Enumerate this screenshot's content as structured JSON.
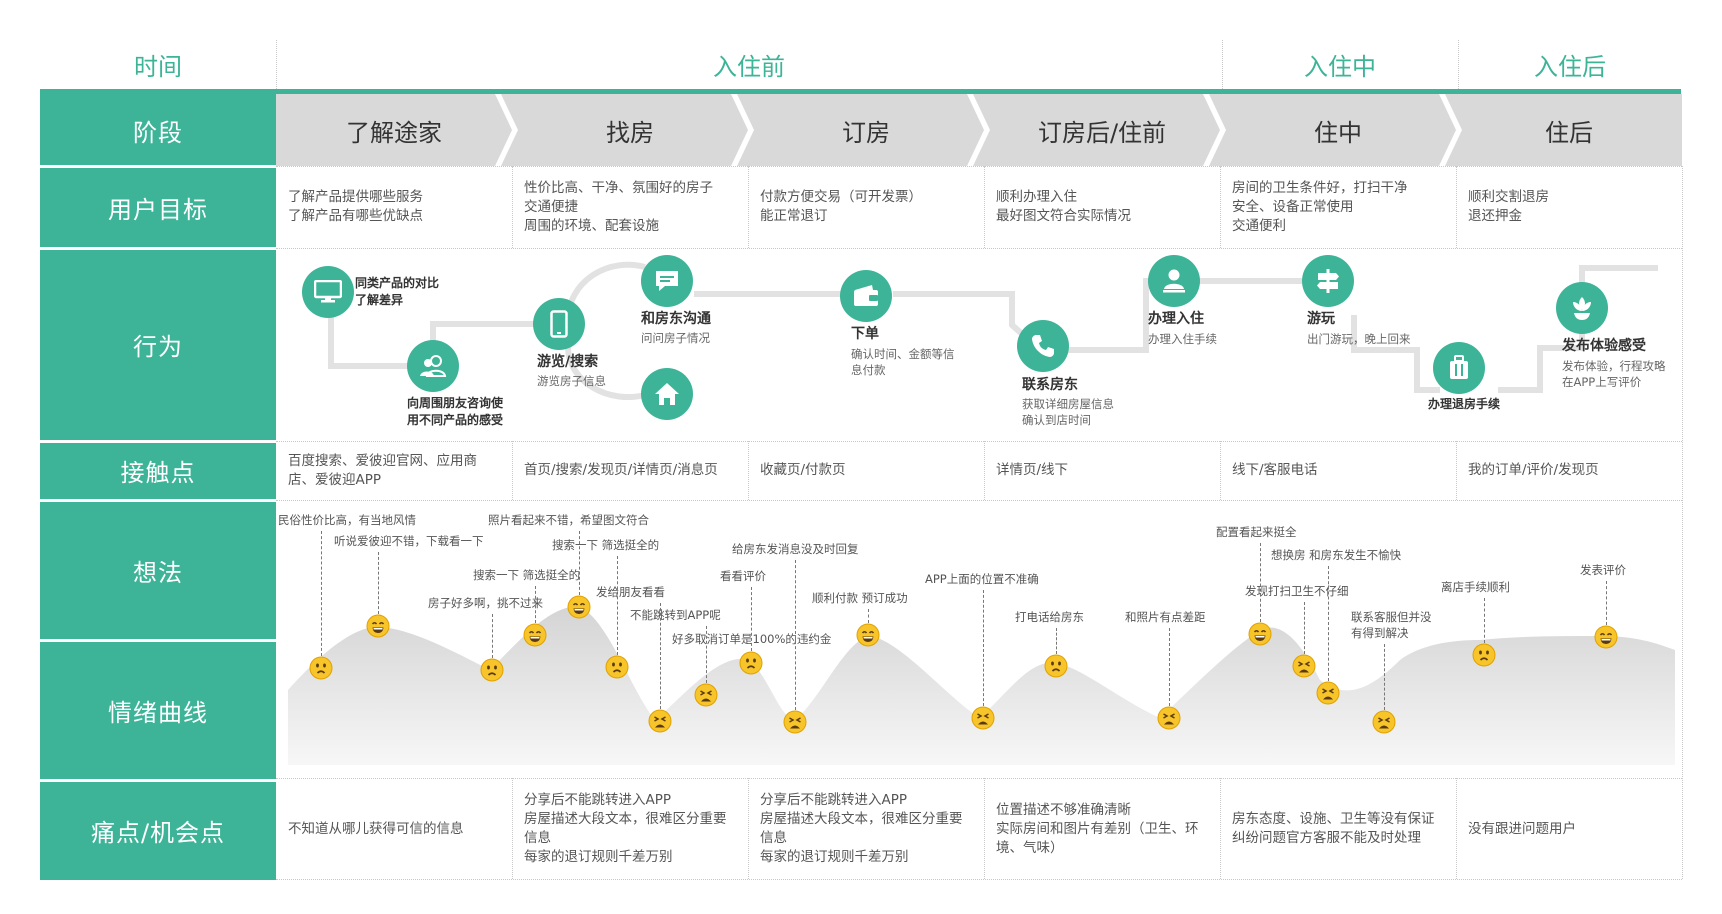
{
  "header": {
    "time_label": "时间",
    "phases": [
      "入住前",
      "入住中",
      "入住后"
    ]
  },
  "row_labels": [
    "阶段",
    "用户目标",
    "行为",
    "接触点",
    "想法",
    "情绪曲线",
    "痛点/机会点"
  ],
  "stages": [
    "了解途家",
    "找房",
    "订房",
    "订房后/住前",
    "住中",
    "住后"
  ],
  "goals": [
    "了解产品提供哪些服务\n了解产品有哪些优缺点",
    "性价比高、干净、氛围好的房子\n交通便捷\n周围的环境、配套设施",
    "付款方便交易（可开发票）\n能正常退订",
    "顺利办理入住\n最好图文符合实际情况",
    "房间的卫生条件好，打扫干净\n安全、设备正常使用\n交通便利",
    "顺利交割退房\n退还押金"
  ],
  "behaviors": [
    {
      "icon": "monitor-icon",
      "title": "同类产品的对比\n了解差异",
      "sub": ""
    },
    {
      "icon": "friends-icon",
      "title": "向周围朋友咨询使\n用不同产品的感受",
      "sub": ""
    },
    {
      "icon": "phone-icon",
      "title": "游览/搜索",
      "sub": "游览房子信息"
    },
    {
      "icon": "chat-icon",
      "title": "和房东沟通",
      "sub": "问问房子情况"
    },
    {
      "icon": "home-icon",
      "title": "",
      "sub": ""
    },
    {
      "icon": "wallet-icon",
      "title": "下单",
      "sub": "确认时间、金额等信\n息付款"
    },
    {
      "icon": "call-icon",
      "title": "联系房东",
      "sub": "获取详细房屋信息\n确认到店时间"
    },
    {
      "icon": "checkin-icon",
      "title": "办理入住",
      "sub": "办理入住手续"
    },
    {
      "icon": "signpost-icon",
      "title": "游玩",
      "sub": "出门游玩，晚上回来"
    },
    {
      "icon": "luggage-icon",
      "title": "办理退房手续",
      "sub": ""
    },
    {
      "icon": "flower-icon",
      "title": "发布体验感受",
      "sub": "发布体验，行程攻略\n在APP上写评价"
    }
  ],
  "touchpoints": [
    "百度搜索、爱彼迎官网、应用商\n店、爱彼迎APP",
    "首页/搜索/发现页/详情页/消息页",
    "收藏页/付款页",
    "详情页/线下",
    "线下/客服电话",
    "我的订单/评价/发现页"
  ],
  "thoughts": [
    {
      "text": "民俗性价比高，有当地风情",
      "mood": "sad"
    },
    {
      "text": "听说爱彼迎不错，下载看一下",
      "mood": "happy"
    },
    {
      "text": "房子好多啊，挑不过来",
      "mood": "sad"
    },
    {
      "text": "搜索一下 筛选挺全的",
      "mood": "happy"
    },
    {
      "text": "照片看起来不错，希望图文符合",
      "mood": "happy"
    },
    {
      "text": "搜索一下 筛选挺全的",
      "mood": "sad"
    },
    {
      "text": "发给朋友看看",
      "mood": "sad"
    },
    {
      "text": "不能跳转到APP呢",
      "mood": "tired"
    },
    {
      "text": "好多取消订单是100%的违约金",
      "mood": "tired"
    },
    {
      "text": "看看评价",
      "mood": "sad"
    },
    {
      "text": "给房东发消息没及时回复",
      "mood": "tired"
    },
    {
      "text": "顺利付款 预订成功",
      "mood": "happy"
    },
    {
      "text": "APP上面的位置不准确",
      "mood": "tired"
    },
    {
      "text": "打电话给房东",
      "mood": "sad"
    },
    {
      "text": "和照片有点差距",
      "mood": "tired"
    },
    {
      "text": "配置看起来挺全",
      "mood": "happy"
    },
    {
      "text": "发现打扫卫生不仔细",
      "mood": "tired"
    },
    {
      "text": "想换房 和房东发生不愉快",
      "mood": "tired"
    },
    {
      "text": "联系客服但并没\n有得到解决",
      "mood": "tired"
    },
    {
      "text": "离店手续顺利",
      "mood": "sad"
    },
    {
      "text": "发表评价",
      "mood": "happy"
    }
  ],
  "pain_points": [
    "不知道从哪儿获得可信的信息",
    "分享后不能跳转进入APP\n房屋描述大段文本，很难区分重要\n信息\n每家的退订规则千差万别",
    "分享后不能跳转进入APP\n房屋描述大段文本，很难区分重要\n信息\n每家的退订规则千差万别",
    "位置描述不够准确清晰\n实际房间和图片有差别（卫生、环\n境、气味）",
    "房东态度、设施、卫生等没有保证\n纠纷问题官方客服不能及时处理",
    "没有跟进问题用户"
  ],
  "colors": {
    "accent": "#3db498",
    "stage_bg": "#d9d9d9",
    "emoji": "#f7c52a"
  }
}
